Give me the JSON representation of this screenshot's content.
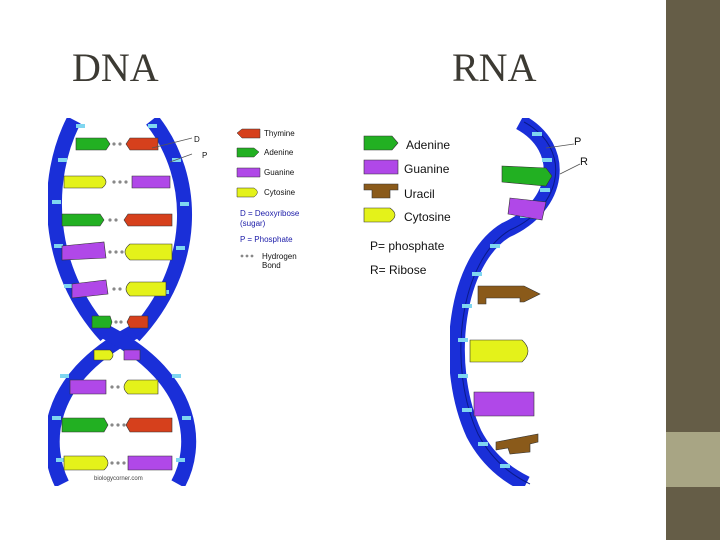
{
  "slide": {
    "title_left": "DNA",
    "title_right": "RNA"
  },
  "dna": {
    "strand_label_d": "D",
    "strand_label_p": "P",
    "credit": "biologycorner.com",
    "legend": {
      "thymine": "Thymine",
      "adenine": "Adenine",
      "guanine": "Guanine",
      "cytosine": "Cytosine",
      "d_line1": "D = Deoxyribose",
      "d_line2": "(sugar)",
      "p_line": "P = Phosphate",
      "h_line1": "Hydrogen",
      "h_line2": "Bond"
    }
  },
  "rna": {
    "strand_label_p": "P",
    "strand_label_r": "R",
    "legend": {
      "adenine": "Adenine",
      "guanine": "Guanine",
      "uracil": "Uracil",
      "cytosine": "Cytosine",
      "phosphate": "P= phosphate",
      "ribose": "R= Ribose"
    }
  },
  "colors": {
    "backbone": "#1a2fd8",
    "phosphate_tick": "#7fd6f0",
    "thymine": "#d6401c",
    "adenine": "#22b022",
    "guanine": "#b048e8",
    "cytosine": "#e4f21a",
    "uracil": "#8a5a1a",
    "sidebar": "#655d47",
    "sidebar_accent": "#a8a584"
  }
}
